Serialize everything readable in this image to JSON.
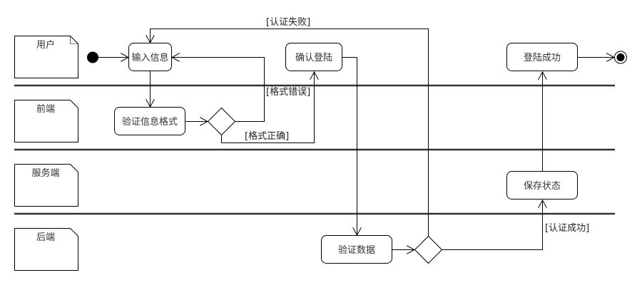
{
  "diagram": {
    "type": "UML activity diagram with swimlanes",
    "lanes": [
      {
        "id": "user",
        "label": "用户"
      },
      {
        "id": "frontend",
        "label": "前端"
      },
      {
        "id": "service",
        "label": "服务端"
      },
      {
        "id": "backend",
        "label": "后端"
      }
    ],
    "nodes": {
      "start": {
        "kind": "initial",
        "lane": "user"
      },
      "input_info": {
        "kind": "action",
        "label": "输入信息",
        "lane": "user"
      },
      "validate_format": {
        "kind": "action",
        "label": "验证信息格式",
        "lane": "frontend"
      },
      "format_decision": {
        "kind": "decision",
        "lane": "frontend"
      },
      "confirm_login": {
        "kind": "action",
        "label": "确认登陆",
        "lane": "user"
      },
      "verify_data": {
        "kind": "action",
        "label": "验证数据",
        "lane": "backend"
      },
      "auth_decision": {
        "kind": "decision",
        "lane": "backend"
      },
      "save_state": {
        "kind": "action",
        "label": "保存状态",
        "lane": "service"
      },
      "login_success": {
        "kind": "action",
        "label": "登陆成功",
        "lane": "user"
      },
      "end": {
        "kind": "final",
        "lane": "user"
      }
    },
    "guards": {
      "auth_failed": "[认证失败]",
      "format_error": "[格式错误]",
      "format_ok": "[格式正确]",
      "auth_success": "[认证成功]"
    },
    "edges": [
      {
        "from": "start",
        "to": "input_info"
      },
      {
        "from": "input_info",
        "to": "validate_format"
      },
      {
        "from": "validate_format",
        "to": "format_decision"
      },
      {
        "from": "format_decision",
        "to": "input_info",
        "guard": "[格式错误]"
      },
      {
        "from": "format_decision",
        "to": "confirm_login",
        "guard": "[格式正确]"
      },
      {
        "from": "confirm_login",
        "to": "verify_data"
      },
      {
        "from": "verify_data",
        "to": "auth_decision"
      },
      {
        "from": "auth_decision",
        "to": "input_info",
        "guard": "[认证失败]"
      },
      {
        "from": "auth_decision",
        "to": "save_state",
        "guard": "[认证成功]"
      },
      {
        "from": "save_state",
        "to": "login_success"
      },
      {
        "from": "login_success",
        "to": "end"
      }
    ],
    "colors": {
      "line": "#000000",
      "separator": "#333333",
      "text": "#333333",
      "background": "#ffffff"
    }
  }
}
